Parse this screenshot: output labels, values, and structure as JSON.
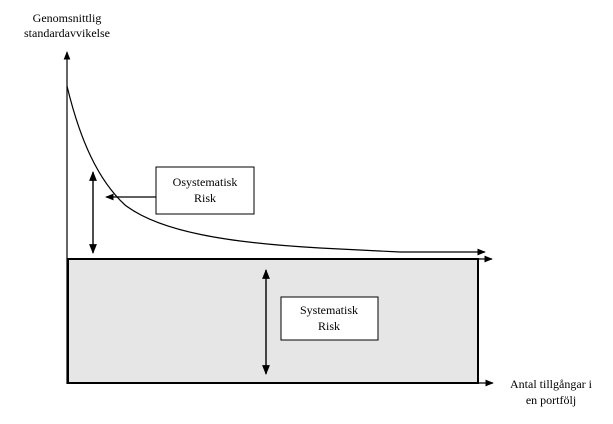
{
  "y_axis_label": [
    "Genomsnittlig",
    "standardavvikelse"
  ],
  "x_axis_label": [
    "Antal tillgångar i",
    "en portfölj"
  ],
  "unsystematic_box": [
    "Osystematisk",
    "Risk"
  ],
  "systematic_box": [
    "Systematisk",
    "Risk"
  ],
  "colors": {
    "line": "#000000",
    "systematic_fill": "#e6e6e6",
    "background": "#ffffff"
  }
}
